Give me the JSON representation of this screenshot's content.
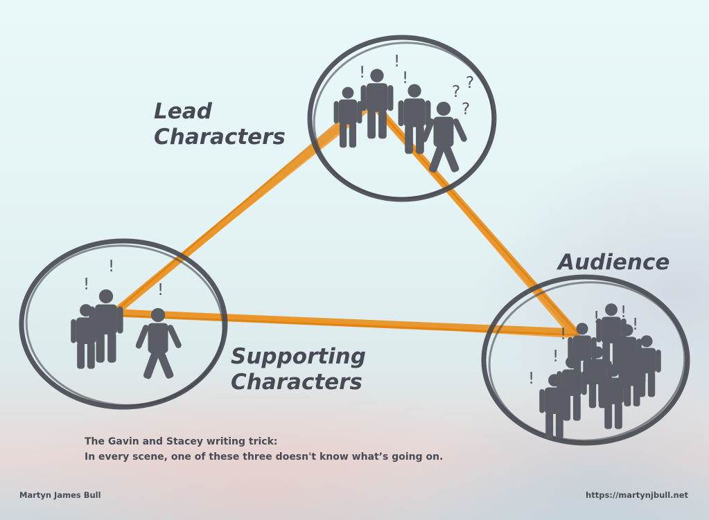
{
  "labels": {
    "lead": [
      "Lead",
      "Characters"
    ],
    "supporting": [
      "Supporting",
      "Characters"
    ],
    "audience": "Audience"
  },
  "caption": {
    "line1": "The Gavin and Stacey writing trick:",
    "line2": "In every scene,  one of these three doesn't know what’s going on."
  },
  "footer": {
    "author": "Martyn James Bull",
    "url": "https://martynjbull.net"
  },
  "symbols": {
    "exclaim": "!",
    "question": "?"
  },
  "colors": {
    "triangle": "#e8880f",
    "circle": "#45474f",
    "figure": "#5a5c66",
    "text": "#474a55"
  }
}
